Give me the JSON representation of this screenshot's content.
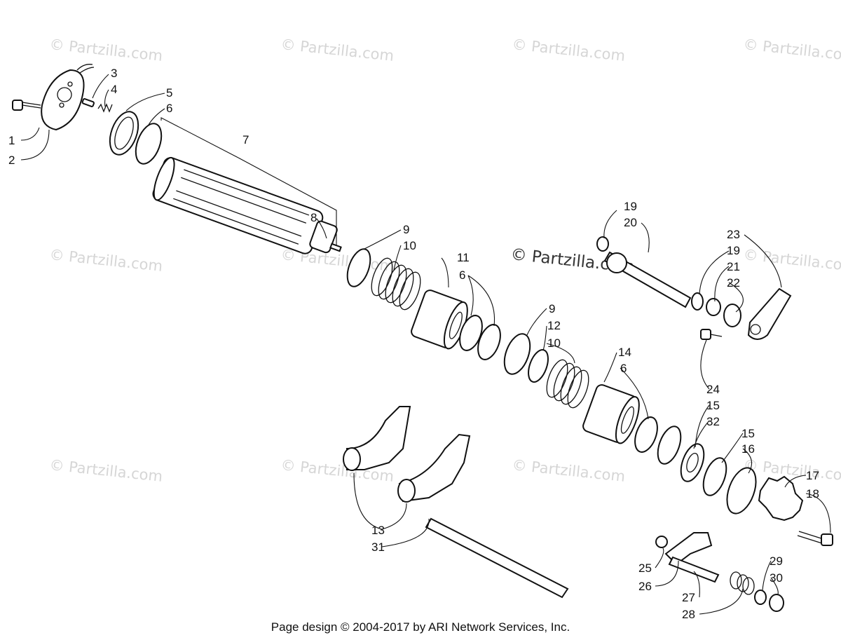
{
  "watermarks": {
    "text": "© Partzilla.com",
    "center_text": "© Partzilla.com"
  },
  "callouts": {
    "n1": "1",
    "n2": "2",
    "n3": "3",
    "n4": "4",
    "n5": "5",
    "n6a": "6",
    "n7": "7",
    "n8": "8",
    "n9a": "9",
    "n10a": "10",
    "n11": "11",
    "n6b": "6",
    "n9b": "9",
    "n12": "12",
    "n10b": "10",
    "n14": "14",
    "n6c": "6",
    "n19a": "19",
    "n20": "20",
    "n23": "23",
    "n19b": "19",
    "n21": "21",
    "n22": "22",
    "n24": "24",
    "n15a": "15",
    "n32": "32",
    "n15b": "15",
    "n16": "16",
    "n17": "17",
    "n18": "18",
    "n13": "13",
    "n31": "31",
    "n25": "25",
    "n26": "26",
    "n27": "27",
    "n28": "28",
    "n29": "29",
    "n30": "30"
  },
  "footer": {
    "text": "Page design © 2004-2017 by ARI Network Services, Inc."
  }
}
